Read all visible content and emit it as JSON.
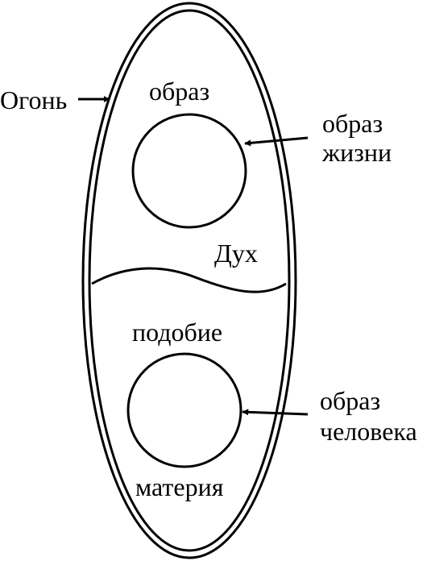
{
  "labels": {
    "fire": "Огонь",
    "image": "образ",
    "image_of_life_line1": "образ",
    "image_of_life_line2": "жизни",
    "spirit": "Дух",
    "likeness": "подобие",
    "image_of_man_line1": "образ",
    "image_of_man_line2": "человека",
    "matter": "материя"
  },
  "colors": {
    "ink": "#000000",
    "background": "#ffffff"
  }
}
